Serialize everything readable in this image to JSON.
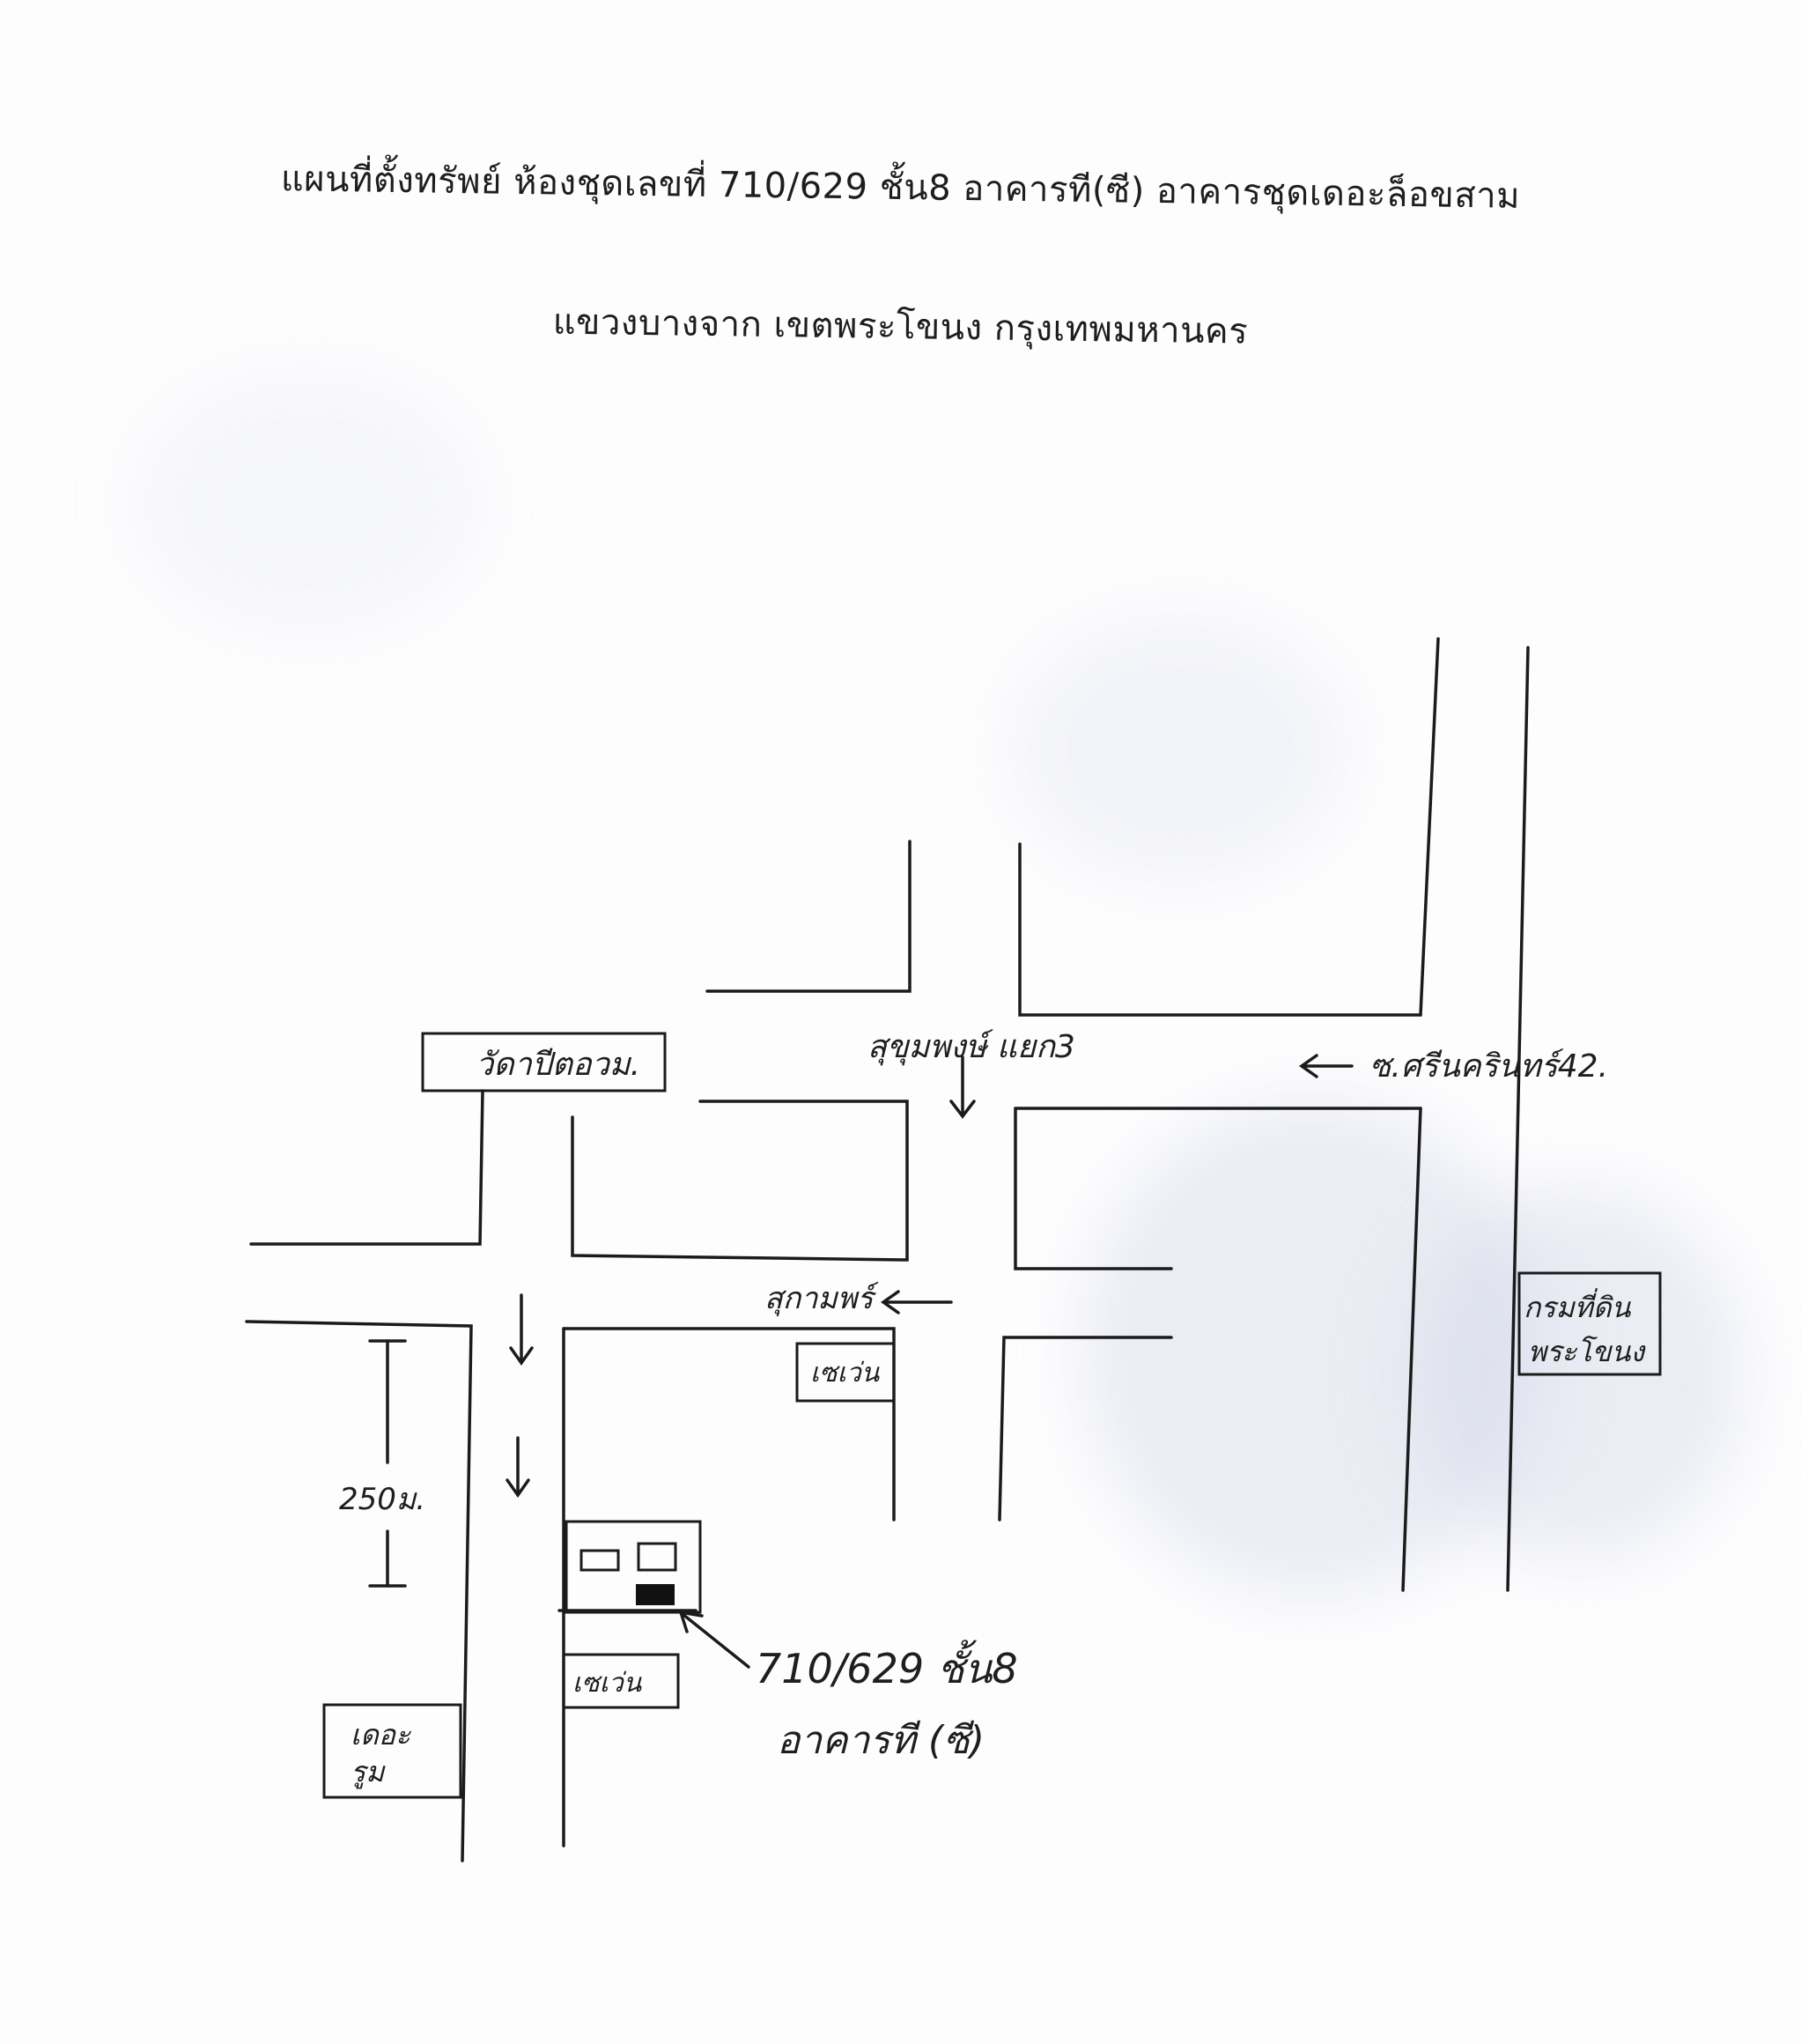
{
  "header": {
    "title_line1": "แผนที่ตั้งทรัพย์ ห้องชุดเลขที่ 710/629 ชั้น8 อาคารที(ซี) อาคารชุดเดอะล็อขสาม",
    "title_line2": "แขวงบางจาก เขตพระโขนง กรุงเทพมหานคร"
  },
  "map": {
    "labels": {
      "wat": "วัดาปีตอวม.",
      "sukhumvit_junction": "สุขุมพงษ์ แยก3",
      "soi_sukhumvit42": "ซ.ศรีนครินทร์42.",
      "sukhumvit": "สุกามพร์",
      "seven_eleven_top": "เซเว่น",
      "land_office_line1": "กรมที่ดิน",
      "land_office_line2": "พระโขนง",
      "distance": "250ม.",
      "seven_eleven_bottom": "เซเว่น",
      "the_room_line1": "เดอะ",
      "the_room_line2": "รูม",
      "property_line1": "710/629 ชั้น8",
      "property_line2": "อาคารที (ซี)"
    }
  }
}
